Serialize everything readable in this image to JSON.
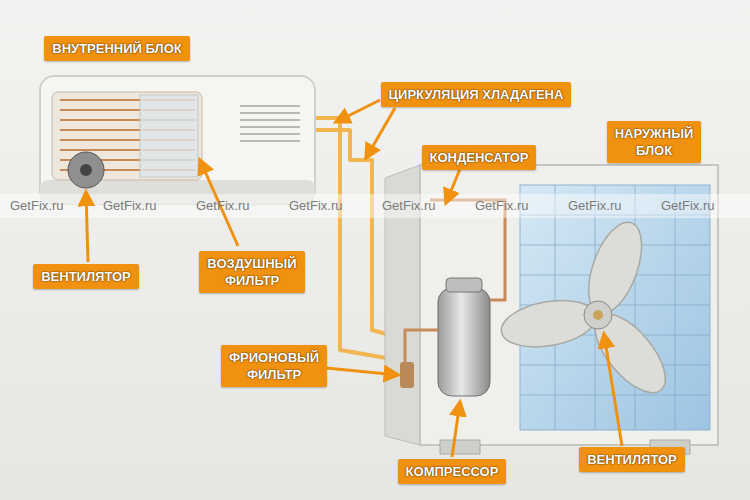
{
  "diagram": {
    "nodes": [
      {
        "text": [
          "ВНУТРЕННИЙ БЛОК"
        ]
      },
      {
        "text": [
          "ЦИРКУЛЯЦИЯ ХЛАДАГЕНА"
        ]
      },
      {
        "text": [
          "НАРУЖНЫЙ БЛОК"
        ]
      },
      {
        "text": [
          "КОНДЕНСАТОР"
        ]
      },
      {
        "text": [
          "ВЕНТИЛЯТОР"
        ]
      },
      {
        "text": [
          "ВОЗДУШНЫЙ ФИЛЬТР"
        ]
      },
      {
        "text": [
          "ФРИОНОВЫЙ ФИЛЬТР"
        ]
      },
      {
        "text": [
          "КОМПРЕССОР"
        ]
      },
      {
        "text": [
          "ВЕНТИЛЯТОР"
        ]
      }
    ],
    "labels": [
      "GetFix.ru",
      "GetFix.ru",
      "GetFix.ru",
      "GetFix.ru",
      "GetFix.ru",
      "GetFix.ru",
      "GetFix.ru",
      "GetFix.ru"
    ]
  }
}
